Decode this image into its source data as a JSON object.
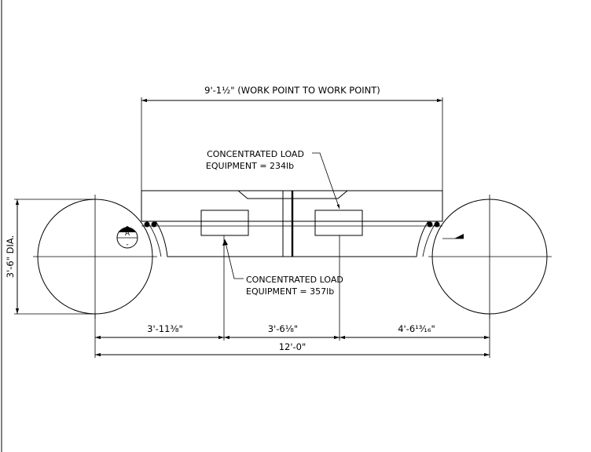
{
  "dimensions": {
    "work_point": "9'-1½\" (WORK POINT TO WORK POINT)",
    "diameter": "3'-6\" DIA.",
    "left_segment": "3'-11⅜\"",
    "middle_segment": "3'-6⅛\"",
    "right_segment": "4'-6¹³⁄₁₆\"",
    "overall": "12'-0\""
  },
  "loads": {
    "upper": {
      "line1": "CONCENTRATED LOAD",
      "line2": "EQUIPMENT = 234lb"
    },
    "lower": {
      "line1": "CONCENTRATED LOAD",
      "line2": "EQUIPMENT = 357lb"
    }
  },
  "section_marker": {
    "letter": "A",
    "sheet": "-"
  }
}
